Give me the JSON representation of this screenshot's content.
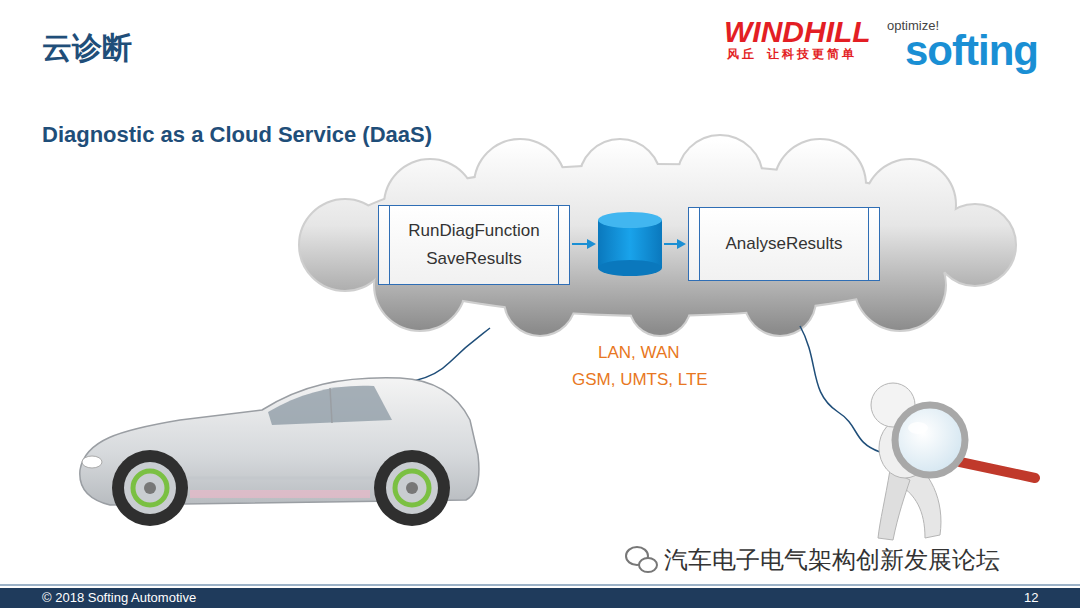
{
  "diagram": {
    "title": "云诊断",
    "nodes": [
      {
        "text": [
          "RunDiagFunction",
          "SaveResults"
        ]
      },
      {
        "text": [
          "AnalyseResults"
        ]
      }
    ],
    "labels": [
      "Diagnostic as a Cloud Service (DaaS)",
      "WINDHILL",
      "风丘",
      "让科技更简单",
      "optimize!",
      "softing",
      "LAN, WAN",
      "GSM, UMTS, LTE",
      "汽车电子电气架构创新发展论坛",
      "© 2018 Softing Automotive",
      "12"
    ]
  }
}
